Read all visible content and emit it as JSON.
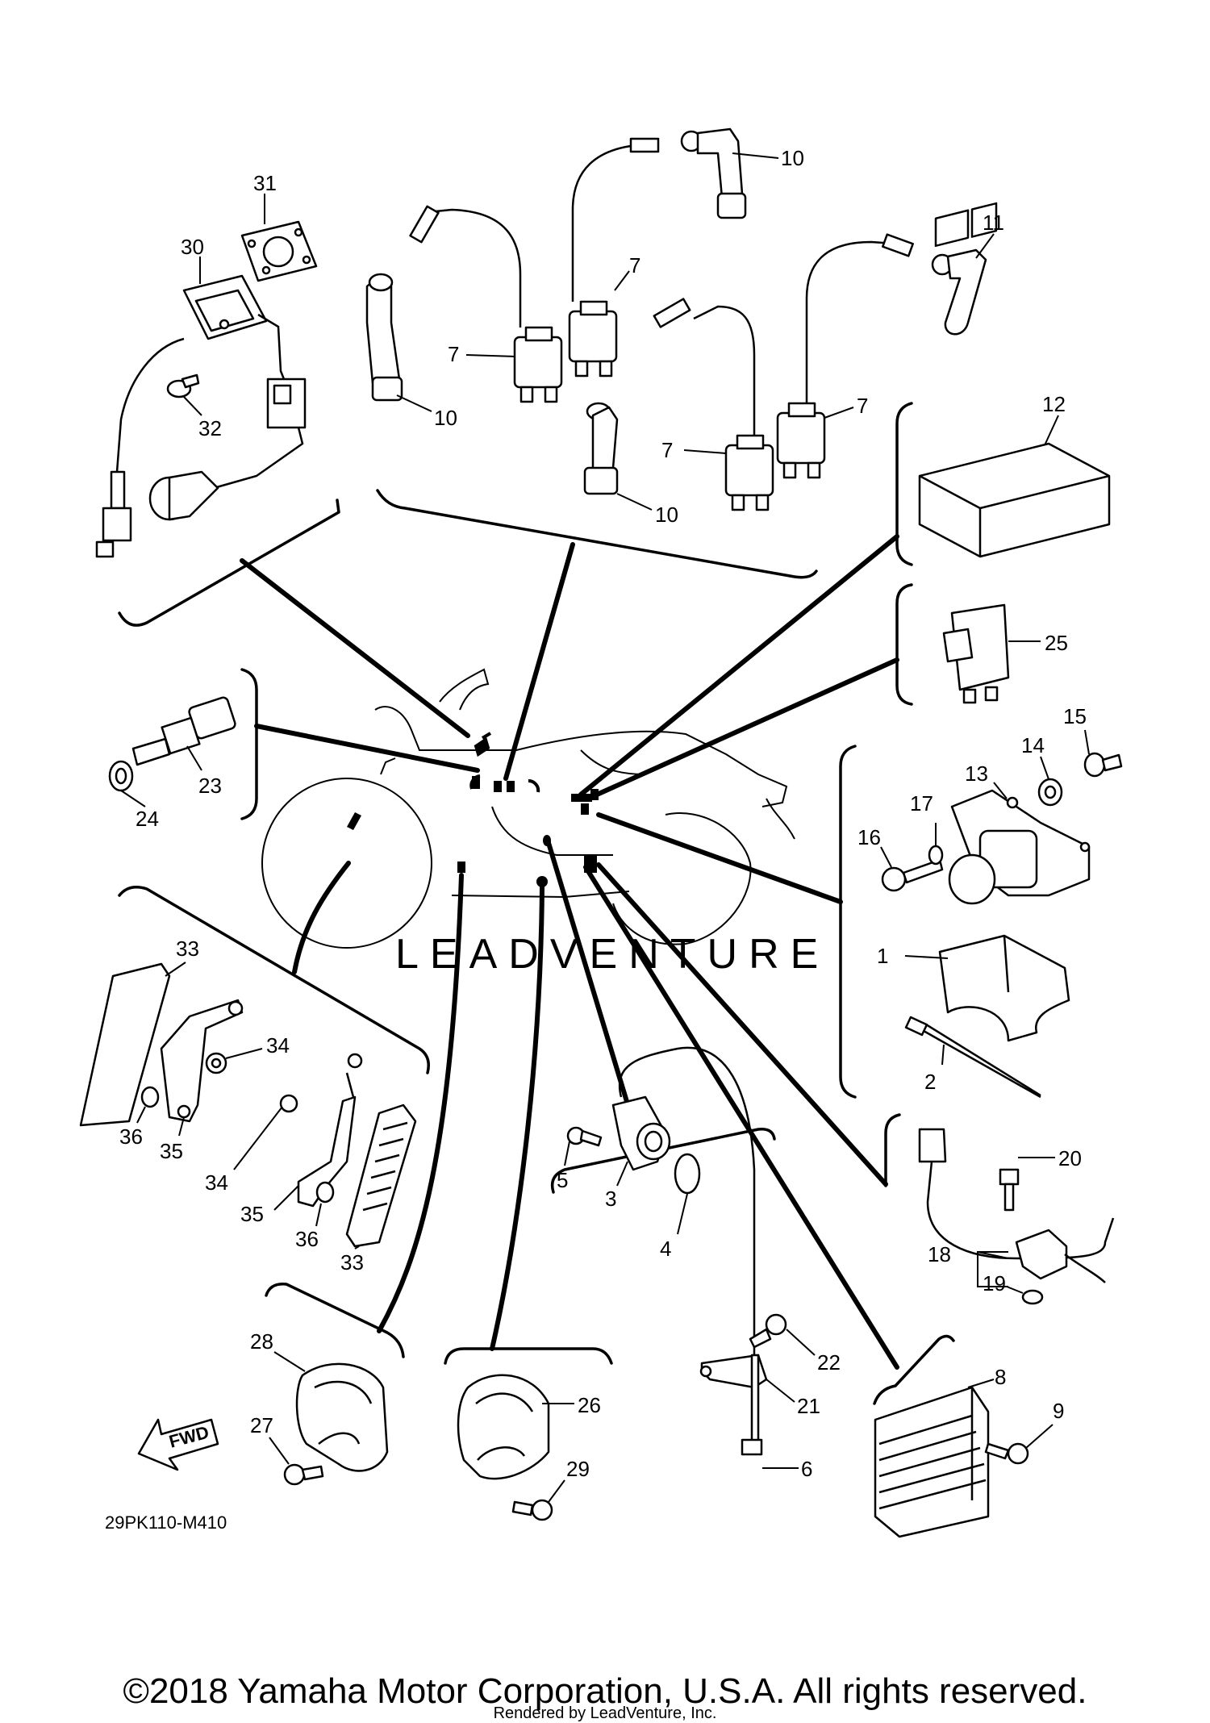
{
  "diagram_code": "29PK110-M410",
  "fwd_label": "FWD",
  "watermark": "LEADVENTURE",
  "copyright": "©2018 Yamaha Motor Corporation, U.S.A. All rights reserved.",
  "rendered_by": "Rendered by LeadVenture, Inc.",
  "callouts": {
    "c1": "1",
    "c2": "2",
    "c3": "3",
    "c4": "4",
    "c5": "5",
    "c6": "6",
    "c7a": "7",
    "c7b": "7",
    "c7c": "7",
    "c7d": "7",
    "c8": "8",
    "c9": "9",
    "c10a": "10",
    "c10b": "10",
    "c10c": "10",
    "c11": "11",
    "c12": "12",
    "c13": "13",
    "c14": "14",
    "c15": "15",
    "c16": "16",
    "c17": "17",
    "c18": "18",
    "c19": "19",
    "c20": "20",
    "c21": "21",
    "c22": "22",
    "c23": "23",
    "c24": "24",
    "c25": "25",
    "c26": "26",
    "c27": "27",
    "c28": "28",
    "c29": "29",
    "c30": "30",
    "c31": "31",
    "c32": "32",
    "c33a": "33",
    "c33b": "33",
    "c34a": "34",
    "c34b": "34",
    "c35a": "35",
    "c35b": "35",
    "c36a": "36",
    "c36b": "36"
  }
}
